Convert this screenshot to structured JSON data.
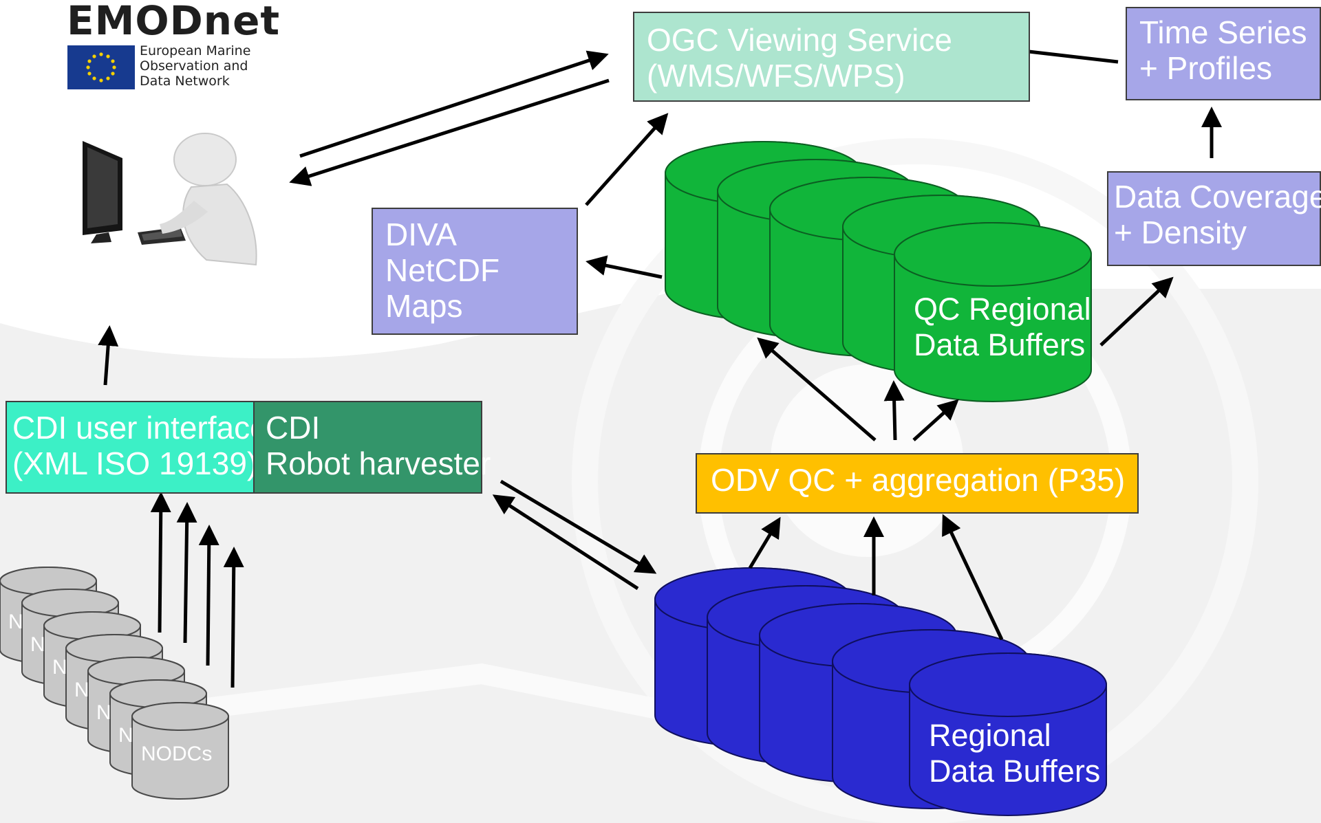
{
  "logo": {
    "title": "EMODnet",
    "subtitle_lines": [
      "European Marine",
      "Observation and",
      "Data Network"
    ]
  },
  "nodes": {
    "ogc_service": {
      "lines": [
        "OGC Viewing  Service",
        "(WMS/WFS/WPS)"
      ]
    },
    "time_series": {
      "lines": [
        "Time Series",
        "+ Profiles"
      ]
    },
    "data_coverage": {
      "lines": [
        "Data Coverage",
        "+ Density"
      ]
    },
    "diva_maps": {
      "lines": [
        "DIVA",
        "NetCDF",
        "Maps"
      ]
    },
    "qc_buffers": {
      "lines": [
        "QC Regional",
        "Data Buffers"
      ]
    },
    "cdi_user_interface": {
      "lines": [
        "CDI user interface",
        "(XML ISO 19139)"
      ]
    },
    "cdi_robot": {
      "lines": [
        "CDI",
        "Robot harvester"
      ]
    },
    "odv_qc": {
      "lines": [
        "ODV QC + aggregation (P35)"
      ]
    },
    "regional_buffers": {
      "lines": [
        "Regional",
        "Data Buffers"
      ]
    },
    "nodcs": {
      "label": "NODCs",
      "partial_label": "N"
    }
  },
  "colors": {
    "ogc_fill": "#ade5cf",
    "purple_fill": "#a6a6e8",
    "cdi_ui_fill": "#3cf0c6",
    "cdi_robot_fill": "#33956a",
    "odv_fill": "#ffc000",
    "green_cylinder": "#11b53a",
    "blue_cylinder": "#2a2ad0",
    "grey_cylinder": "#c8c8c8"
  }
}
